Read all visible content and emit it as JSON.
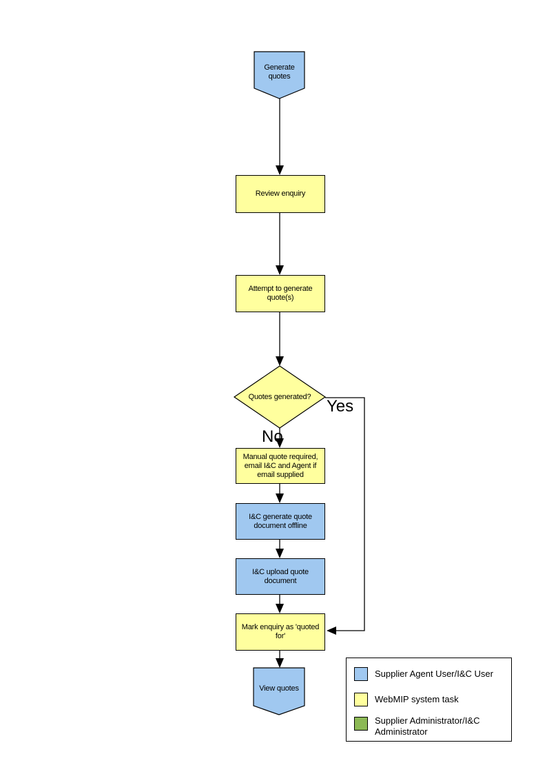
{
  "colors": {
    "node_blue": "#A0C8F0",
    "node_yellow": "#FFFF9E",
    "legend_green": "#8CB955",
    "line": "#000000",
    "background": "#FFFFFF"
  },
  "flowchart": {
    "start": {
      "label": "Generate quotes"
    },
    "review": {
      "label": "Review enquiry"
    },
    "attempt": {
      "label": "Attempt to generate quote(s)"
    },
    "decision": {
      "label": "Quotes generated?"
    },
    "branch_yes": {
      "label": "Yes"
    },
    "branch_no": {
      "label": "No"
    },
    "manual": {
      "label": "Manual quote required, email I&C and Agent if email supplied"
    },
    "offline": {
      "label": "I&C generate quote document offline"
    },
    "upload": {
      "label": "I&C upload quote document"
    },
    "mark": {
      "label": "Mark enquiry as 'quoted for'"
    },
    "end": {
      "label": "View quotes"
    }
  },
  "legend": {
    "items": [
      {
        "label": "Supplier Agent User/I&C User",
        "color": "#A0C8F0"
      },
      {
        "label": "WebMIP system task",
        "color": "#FFFF9E"
      },
      {
        "label": "Supplier Administrator/I&C Administrator",
        "color": "#8CB955"
      }
    ]
  }
}
